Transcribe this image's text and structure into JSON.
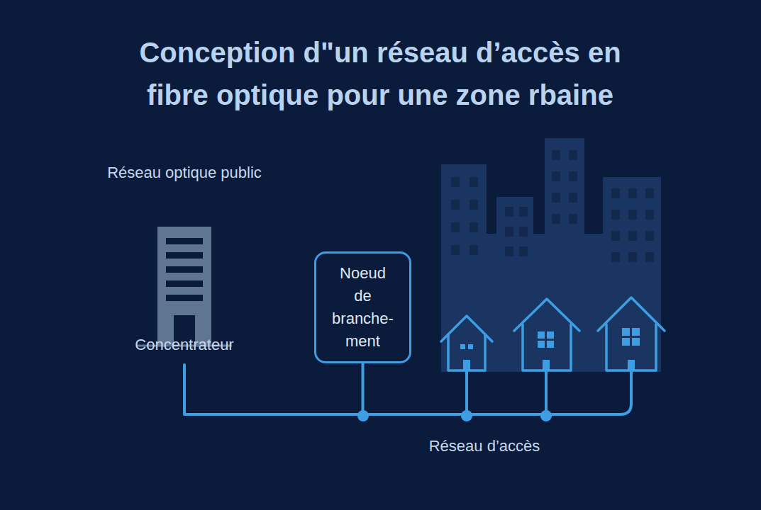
{
  "diagram": {
    "title": "Conception d\"un réseau d’accès en fibre optique pour une zone rbaine",
    "nodes": [
      {
        "text": [
          "Réseau optique public",
          "Concentrateur"
        ]
      },
      {
        "text": [
          "Noeud de branche- ment"
        ]
      }
    ],
    "edges": [
      {
        "from": 0,
        "to": 1,
        "arrow": "none"
      }
    ],
    "labels": [
      "Réseau d’accès"
    ]
  }
}
